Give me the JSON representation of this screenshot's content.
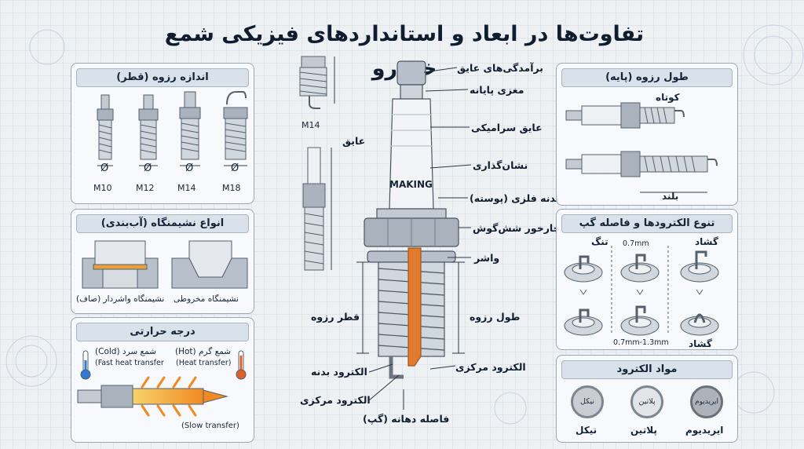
{
  "title": "تفاوت‌ها در ابعاد و استانداردهای فیزیکی شمع خودرو",
  "thread_size": {
    "header": "اندازه رزوه (قطر)",
    "sizes": [
      "M10",
      "M12",
      "M14",
      "M18"
    ],
    "diameter_symbol": "Ø"
  },
  "seat_types": {
    "header": "انواع نشیمنگاه (آب‌بندی)",
    "flat": "نشیمنگاه واشردار (صاف)",
    "conical": "نشیمنگاه مخروطی"
  },
  "heat_range": {
    "header": "درجه حرارتی",
    "cold_title": "شمع سرد (Cold)",
    "cold_sub": "(Fast heat transfer",
    "hot_title": "شمع گرم (Hot)",
    "hot_sub": "(Heat transfer)",
    "slow": "(Slow transfer)"
  },
  "center": {
    "making": "MAKING",
    "small_label": "M14",
    "reach_label": "عایق",
    "callouts": {
      "ribs": "برآمدگی‌های عایق",
      "terminal": "مغزی پایانه",
      "insulator": "عایق سرامیکی",
      "marking": "نشان‌گذاری",
      "shell": "بدنه فلزی (پوسته)",
      "hex": "آچارخور شش‌گوش",
      "washer": "واشر",
      "thread_length": "طول رزوه",
      "thread_dia": "قطر رزوه",
      "center_electrode_r": "الکترود مرکزی",
      "ground_electrode": "الکترود بدنه",
      "center_electrode_l": "الکترود مرکزی",
      "gap": "فاصله دهانه (گپ)"
    }
  },
  "reach": {
    "header": "طول رزوه (پایه)",
    "short": "کوتاه",
    "long": "بلند"
  },
  "electrodes": {
    "header": "تنوع الکترودها و فاصله گپ",
    "narrow": "تنگ",
    "wide": "گشاد",
    "wide2": "گشاد",
    "gap_small": "0.7mm",
    "gap_range": "0.7mm-1.3mm"
  },
  "materials": {
    "header": "مواد الکترود",
    "items": [
      {
        "badge": "نیکل",
        "label": "نیکل",
        "color": "#c9ccd1"
      },
      {
        "badge": "پلاتین",
        "label": "پلاتین",
        "color": "#e3e4e6"
      },
      {
        "badge": "ایریدیوم",
        "label": "ایریدیوم",
        "color": "#aeb2bb"
      }
    ]
  },
  "colors": {
    "copper": "#e07a2e",
    "steel": "#9fa8b3",
    "ceramic": "#f2f4f7",
    "hot": "#f08a24"
  }
}
